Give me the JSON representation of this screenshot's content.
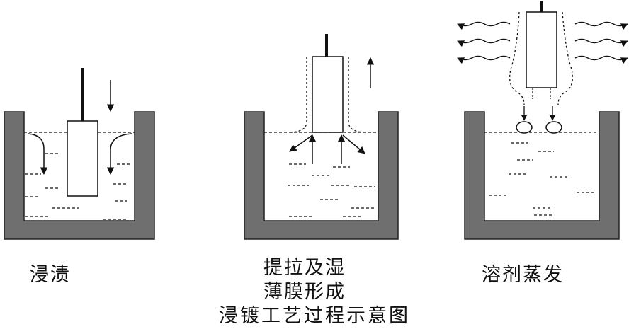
{
  "labels": {
    "stage1": "浸渍",
    "stage2_line1": "提拉及湿",
    "stage2_line2": "薄膜形成",
    "stage3": "溶剂蒸发"
  },
  "caption": "浸镀工艺过程示意图",
  "colors": {
    "tank_wall": "#6f6f6f",
    "stroke": "#111111",
    "background": "#ffffff"
  }
}
